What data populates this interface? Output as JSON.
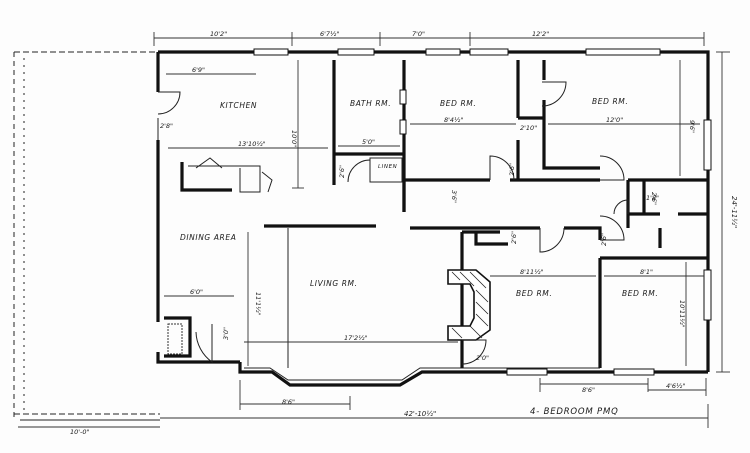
{
  "plan": {
    "title": "4- BEDROOM PMQ",
    "rooms": {
      "kitchen": "KITCHEN",
      "bath": "BATH RM.",
      "bed1": "BED RM.",
      "bed2": "BED RM.",
      "dining": "DINING AREA",
      "living": "LIVING RM.",
      "bed3": "BED RM.",
      "bed4": "BED RM.",
      "linen": "LINEN"
    },
    "dimensions": {
      "top1": "10'2\"",
      "top2": "6'7½\"",
      "top3": "7'0\"",
      "top4": "12'2\"",
      "kitchen_w": "6'9\"",
      "kitchen_h": "10'0\"",
      "kitchen_door": "2'8\"",
      "kitchen_span": "13'10½\"",
      "bath_w": "5'0\"",
      "bath_door": "2'6\"",
      "bed1_w": "8'4½\"",
      "bed_door1": "2'10\"",
      "bed2_w": "12'0\"",
      "bed2_h": "9'6\"",
      "bed2_door": "2'6\"",
      "closet1": "1'8\"",
      "closet2": "2'6\"",
      "hall": "3'6\"",
      "overall_depth": "24'-11½\"",
      "living_h": "11'1½\"",
      "living_w": "17'2½\"",
      "bed3_w": "8'11½\"",
      "bed3_door": "2'6\"",
      "bed4_w": "8'1\"",
      "bed4_h": "10'11½\"",
      "bed4_door": "2'6\"",
      "dining_w": "6'0\"",
      "entry_door": "3'0\"",
      "closet3": "2'0\"",
      "bottom1": "8'6\"",
      "bottom2": "8'6\"",
      "bottom3": "4'6½\"",
      "overall_width": "42'-10½\"",
      "carport": "10'-0\""
    }
  }
}
